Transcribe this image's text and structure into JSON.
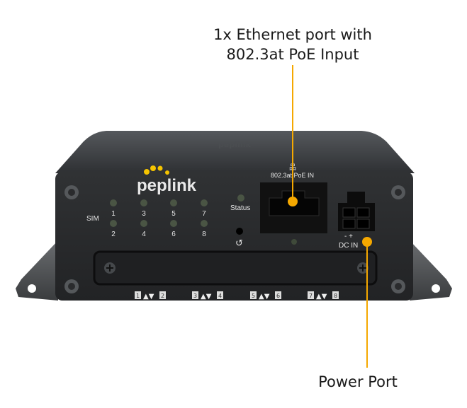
{
  "callouts": {
    "ethernet_line1": "1x Ethernet port with",
    "ethernet_line2": "802.3at PoE Input",
    "power": "Power Port"
  },
  "device": {
    "brand": "peplink",
    "sim_label": "SIM",
    "sim_numbers": [
      "1",
      "2",
      "3",
      "4",
      "5",
      "6",
      "7",
      "8"
    ],
    "status_label": "Status",
    "poe_label": "802.3at PoE IN",
    "dc_label": "DC IN",
    "dc_polarity": "- +",
    "slot_pairs": [
      [
        "1",
        "2"
      ],
      [
        "3",
        "4"
      ],
      [
        "5",
        "6"
      ],
      [
        "7",
        "8"
      ]
    ]
  },
  "colors": {
    "accent": "#f5a800",
    "body": "#2b2c2e",
    "face": "#232426",
    "led": "#4a5544"
  }
}
